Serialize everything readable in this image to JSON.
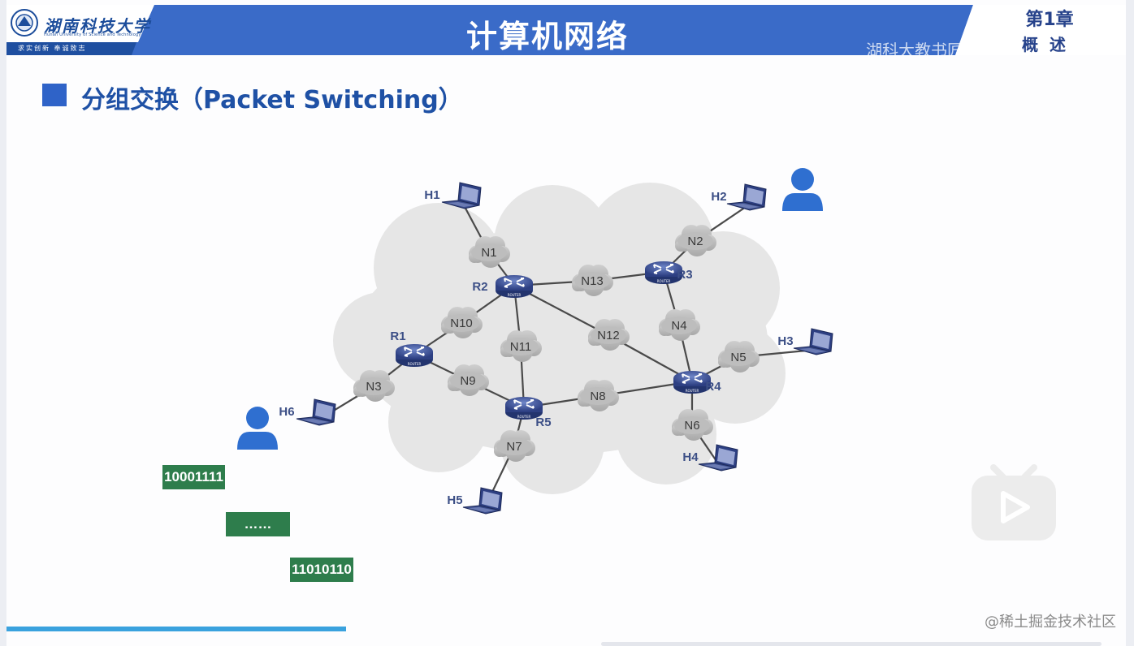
{
  "header": {
    "logo_title": "湖南科技大学",
    "logo_subtitle": "Hunan University of Science and Technology",
    "logo_motto": "求实创新    奉诚致志",
    "title": "计算机网络",
    "watermark": "湖科大教书匠",
    "chapter": "第1章",
    "chapter_name": "概述"
  },
  "section": {
    "title": "分组交换（Packet Switching）"
  },
  "diagram": {
    "networks": [
      {
        "id": "N1",
        "label": "N1"
      },
      {
        "id": "N2",
        "label": "N2"
      },
      {
        "id": "N3",
        "label": "N3"
      },
      {
        "id": "N4",
        "label": "N4"
      },
      {
        "id": "N5",
        "label": "N5"
      },
      {
        "id": "N6",
        "label": "N6"
      },
      {
        "id": "N7",
        "label": "N7"
      },
      {
        "id": "N8",
        "label": "N8"
      },
      {
        "id": "N9",
        "label": "N9"
      },
      {
        "id": "N10",
        "label": "N10"
      },
      {
        "id": "N11",
        "label": "N11"
      },
      {
        "id": "N12",
        "label": "N12"
      },
      {
        "id": "N13",
        "label": "N13"
      }
    ],
    "routers": [
      {
        "id": "R1",
        "label": "R1",
        "tag": "ROUTER"
      },
      {
        "id": "R2",
        "label": "R2",
        "tag": "ROUTER"
      },
      {
        "id": "R3",
        "label": "R3",
        "tag": "ROUTER"
      },
      {
        "id": "R4",
        "label": "R4",
        "tag": "ROUTER"
      },
      {
        "id": "R5",
        "label": "R5",
        "tag": "ROUTER"
      }
    ],
    "hosts": [
      {
        "id": "H1",
        "label": "H1"
      },
      {
        "id": "H2",
        "label": "H2"
      },
      {
        "id": "H3",
        "label": "H3"
      },
      {
        "id": "H4",
        "label": "H4"
      },
      {
        "id": "H5",
        "label": "H5"
      },
      {
        "id": "H6",
        "label": "H6"
      }
    ],
    "links": [
      [
        "H1",
        "N1"
      ],
      [
        "N1",
        "R2"
      ],
      [
        "R2",
        "N13"
      ],
      [
        "N13",
        "R3"
      ],
      [
        "R3",
        "N2"
      ],
      [
        "N2",
        "H2"
      ],
      [
        "R3",
        "N4"
      ],
      [
        "N4",
        "R4"
      ],
      [
        "R2",
        "N10"
      ],
      [
        "N10",
        "R1"
      ],
      [
        "R2",
        "N11"
      ],
      [
        "N11",
        "R5"
      ],
      [
        "R2",
        "N12"
      ],
      [
        "N12",
        "R4"
      ],
      [
        "R1",
        "N9"
      ],
      [
        "N9",
        "R5"
      ],
      [
        "R1",
        "N3"
      ],
      [
        "N3",
        "H6"
      ],
      [
        "R5",
        "N8"
      ],
      [
        "N8",
        "R4"
      ],
      [
        "R5",
        "N7"
      ],
      [
        "N7",
        "H5"
      ],
      [
        "R4",
        "N5"
      ],
      [
        "N5",
        "H3"
      ],
      [
        "R4",
        "N6"
      ],
      [
        "N6",
        "H4"
      ]
    ]
  },
  "packets": [
    {
      "label": "10001111"
    },
    {
      "label": "……"
    },
    {
      "label": "11010110"
    }
  ],
  "footer": {
    "credit": "@稀土掘金技术社区"
  },
  "colors": {
    "header_blue": "#3a6bc8",
    "title_blue": "#1f51a5",
    "packet_green": "#2e7d4c",
    "user_blue": "#2f6fd0",
    "cloud_gray": "#e6e6e6"
  }
}
